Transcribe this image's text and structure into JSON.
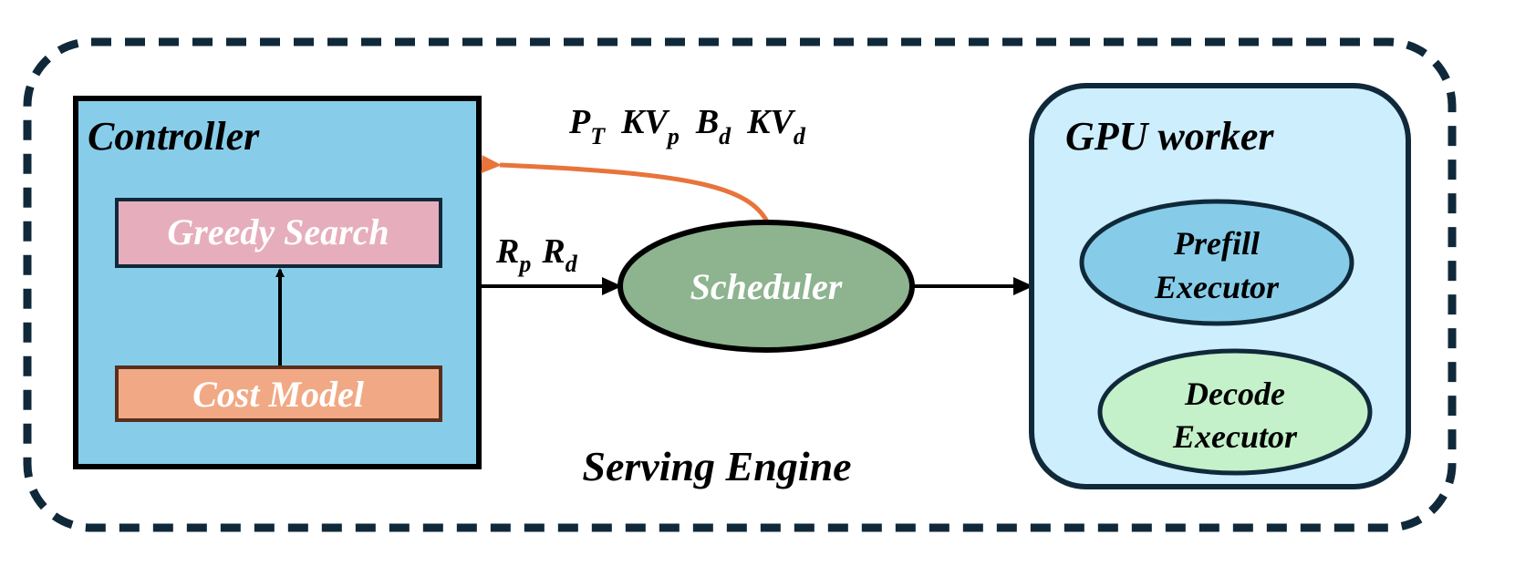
{
  "colors": {
    "outline": "#10293a",
    "controller_fill": "#87cdea",
    "greedy_fill": "#e6aebd",
    "cost_fill": "#f1a985",
    "scheduler_fill": "#8db38f",
    "gpu_fill": "#cdeefc",
    "prefill_fill": "#86cce9",
    "decode_fill": "#c4f1c9",
    "feedback_arrow": "#e8743b"
  },
  "engine": {
    "label": "Serving Engine"
  },
  "controller": {
    "title": "Controller",
    "greedy_search": "Greedy Search",
    "cost_model": "Cost Model"
  },
  "scheduler": {
    "label": "Scheduler"
  },
  "gpu_worker": {
    "title": "GPU worker",
    "prefill": {
      "line1": "Prefill",
      "line2": "Executor"
    },
    "decode": {
      "line1": "Decode",
      "line2": "Executor"
    }
  },
  "feedback_label": {
    "p": "P",
    "p_sub": "T",
    "kvp": "KV",
    "kvp_sub": "p",
    "b": "B",
    "b_sub": "d",
    "kvd": "KV",
    "kvd_sub": "d"
  },
  "request_label": {
    "rp": "R",
    "rp_sub": "p",
    "rd": "R",
    "rd_sub": "d"
  }
}
